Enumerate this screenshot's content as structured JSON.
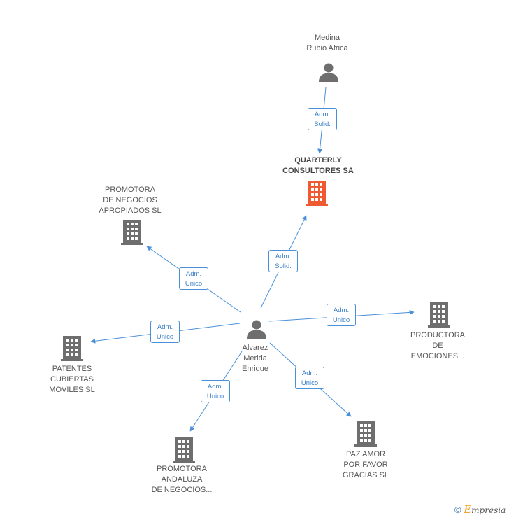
{
  "colors": {
    "edge": "#4a90d9",
    "company": "#6e6e6e",
    "focus_company": "#f05a32",
    "person": "#6e6e6e"
  },
  "nodes": {
    "medina": {
      "label": "Medina\nRubio Africa",
      "icon": "person-icon"
    },
    "quarterly": {
      "label": "QUARTERLY\nCONSULTORES SA",
      "icon": "building-icon"
    },
    "alvarez": {
      "label": "Alvarez\nMerida\nEnrique",
      "icon": "person-icon"
    },
    "promotora_negocios": {
      "label": "PROMOTORA\nDE NEGOCIOS\nAPROPIADOS SL",
      "icon": "building-icon"
    },
    "patentes": {
      "label": "PATENTES\nCUBIERTAS\nMOVILES SL",
      "icon": "building-icon"
    },
    "promotora_andaluza": {
      "label": "PROMOTORA\nANDALUZA\nDE NEGOCIOS...",
      "icon": "building-icon"
    },
    "paz_amor": {
      "label": "PAZ AMOR\nPOR FAVOR\nGRACIAS SL",
      "icon": "building-icon"
    },
    "productora": {
      "label": "PRODUCTORA\nDE\nEMOCIONES...",
      "icon": "building-icon"
    }
  },
  "edges": {
    "medina_quarterly": "Adm.\nSolid.",
    "alvarez_quarterly": "Adm.\nSolid.",
    "alvarez_promotora_negocios": "Adm.\nUnico",
    "alvarez_patentes": "Adm.\nUnico",
    "alvarez_promotora_andaluza": "Adm.\nUnico",
    "alvarez_paz_amor": "Adm.\nUnico",
    "alvarez_productora": "Adm.\nUnico"
  },
  "footer": {
    "copyright_symbol": "©",
    "brand_initial": "E",
    "brand_rest": "mpresia"
  }
}
